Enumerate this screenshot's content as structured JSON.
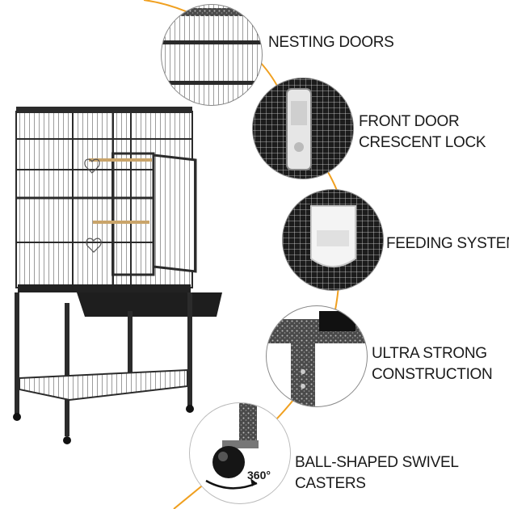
{
  "colors": {
    "accent_line": "#f0a020",
    "metal_dark": "#2b2b2b",
    "metal_light": "#8a8a8a",
    "background": "#ffffff",
    "text": "#1a1a1a"
  },
  "features": [
    {
      "id": "nesting-doors",
      "lines": [
        "NESTING DOORS"
      ],
      "icon": "nesting-doors-closeup"
    },
    {
      "id": "front-door-lock",
      "lines": [
        "FRONT DOOR",
        "CRESCENT LOCK"
      ],
      "icon": "crescent-lock-closeup"
    },
    {
      "id": "feeding-system",
      "lines": [
        "FEEDING SYSTEM"
      ],
      "icon": "feeder-cup-closeup"
    },
    {
      "id": "construction",
      "lines": [
        "ULTRA STRONG",
        "CONSTRUCTION"
      ],
      "icon": "frame-joint-closeup"
    },
    {
      "id": "casters",
      "lines": [
        "BALL-SHAPED SWIVEL",
        "CASTERS"
      ],
      "icon": "caster-wheel-closeup"
    }
  ],
  "caster_badge": "360°"
}
